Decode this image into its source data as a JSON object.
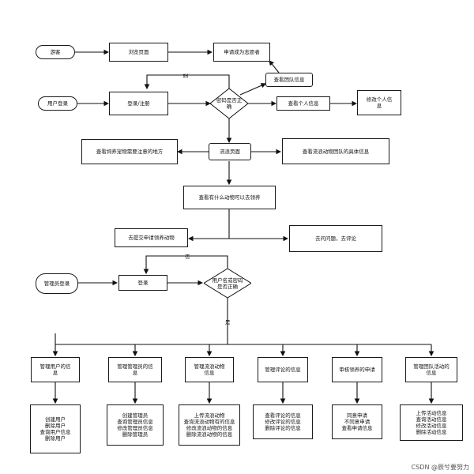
{
  "nodes": {
    "visitor": "游客",
    "browse_page": "浏览页面",
    "apply_volunteer": "申请成为志愿者",
    "view_team_info": "查看团队信息",
    "user_login": "用户登录",
    "login_register": "登录/注册",
    "pwd_check": [
      "密码是否正",
      "确"
    ],
    "view_personal_info": "查看个人信息",
    "edit_personal_info": [
      "修改个人信",
      "息"
    ],
    "pet_care_notes": "查看饲养宠物需要注意的地方",
    "stray_page": "流浪页面",
    "stray_team_info": "查看流浪动物团队的具体信息",
    "view_adoptable": "查看有什么动物可以去领养",
    "submit_adoption": "去提交申请领养动物",
    "qa_comment": "去问问题，去评论",
    "admin_login": "管理员登录",
    "login": "登录",
    "username_pwd_check": [
      "用户名或密码",
      "是否正确"
    ]
  },
  "edge_labels": {
    "no_top": "否",
    "no_admin": "否",
    "yes_admin": "是"
  },
  "admin_modules": [
    {
      "title": [
        "管理用户的信",
        "息"
      ],
      "actions": [
        "创建用户",
        "删除用户",
        "查询用户信息",
        "删除用户"
      ]
    },
    {
      "title": [
        "管理管理员的信",
        "息"
      ],
      "actions": [
        "创建管理员",
        "查询管理员信息",
        "修改管理员信息",
        "删除管理员"
      ]
    },
    {
      "title": [
        "管理流浪动物",
        "信息"
      ],
      "actions": [
        "上传流浪动物",
        "查询流浪动物有的信息",
        "修改流浪动物的信息",
        "删除流浪动物的信息"
      ]
    },
    {
      "title": [
        "管理评论的信息"
      ],
      "actions": [
        "查看评论的信息",
        "修改评论的信息",
        "删除评论的信息"
      ]
    },
    {
      "title": [
        "审核领养的申请"
      ],
      "actions": [
        "同意申请",
        "不同意申请",
        "查看申请信息"
      ]
    },
    {
      "title": [
        "管理团队活动的",
        "信息"
      ],
      "actions": [
        "上传活动信息",
        "查询活动信息",
        "修改活动信息",
        "删除活动信息"
      ]
    }
  ],
  "watermark": "CSDN @辰兮要努力"
}
